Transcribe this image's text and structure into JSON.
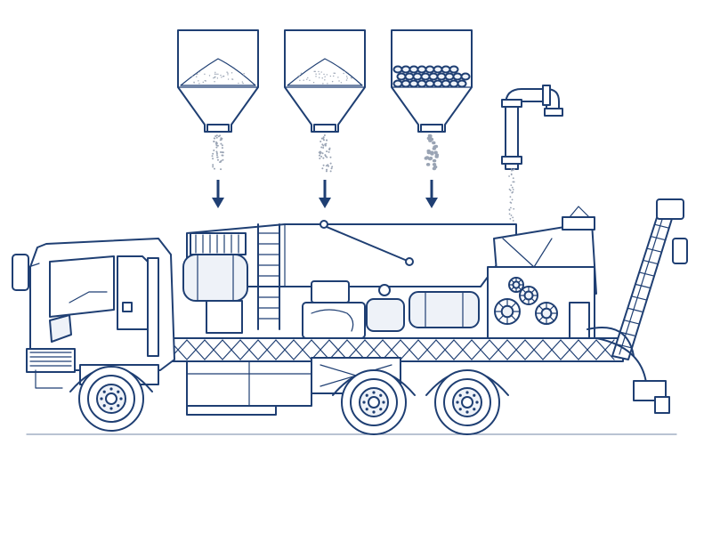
{
  "colors": {
    "ink": "#1f3f73",
    "arrow": "#1f3f73",
    "tint": "#eef2f8",
    "material": "#9aa4b4"
  },
  "hoppers": [
    {
      "material": "fine-powder"
    },
    {
      "material": "fine-powder"
    },
    {
      "material": "coarse-aggregate"
    }
  ],
  "water_inlet": {
    "material": "water"
  },
  "vehicle": {
    "type": "truck-mounted-mixer",
    "axles": 3,
    "boom": "hose-boom"
  }
}
